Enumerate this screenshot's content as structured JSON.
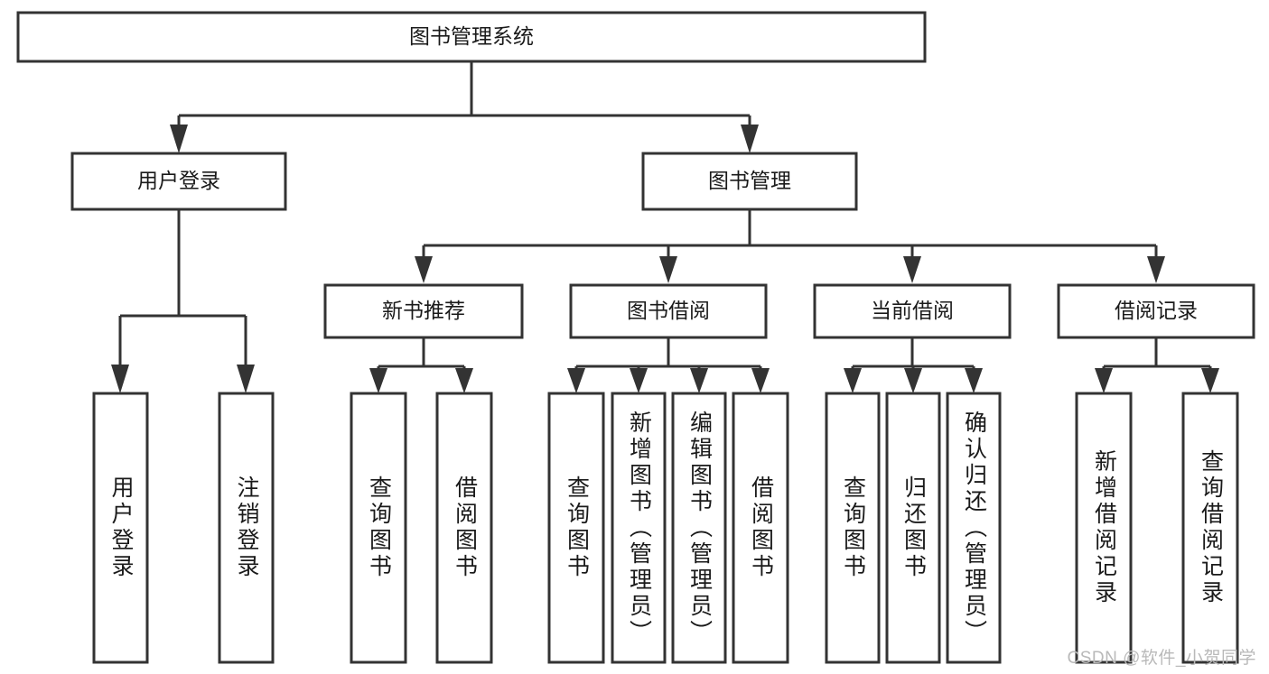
{
  "diagram": {
    "type": "tree-hierarchy",
    "title": "图书管理系统",
    "watermark": "CSDN @软件_小贺同学",
    "colors": {
      "stroke": "#333333",
      "fill": "#ffffff",
      "text": "#1a1a1a",
      "watermark": "#b9b9b9"
    },
    "levels": {
      "level0": [
        {
          "id": "root",
          "label": "图书管理系统",
          "orientation": "horizontal"
        }
      ],
      "level1": [
        {
          "id": "user-login",
          "label": "用户登录",
          "orientation": "horizontal",
          "parent": "root"
        },
        {
          "id": "book-manage",
          "label": "图书管理",
          "orientation": "horizontal",
          "parent": "root"
        }
      ],
      "level2": [
        {
          "id": "new-book-rec",
          "label": "新书推荐",
          "orientation": "horizontal",
          "parent": "book-manage"
        },
        {
          "id": "book-borrow",
          "label": "图书借阅",
          "orientation": "horizontal",
          "parent": "book-manage"
        },
        {
          "id": "current-borrow",
          "label": "当前借阅",
          "orientation": "horizontal",
          "parent": "book-manage"
        },
        {
          "id": "borrow-record",
          "label": "借阅记录",
          "orientation": "horizontal",
          "parent": "book-manage"
        }
      ],
      "level3": [
        {
          "id": "leaf-user-login",
          "label": "用户登录",
          "orientation": "vertical",
          "parent": "user-login"
        },
        {
          "id": "leaf-logout",
          "label": "注销登录",
          "orientation": "vertical",
          "parent": "user-login"
        },
        {
          "id": "leaf-query-book-1",
          "label": "查询图书",
          "orientation": "vertical",
          "parent": "new-book-rec"
        },
        {
          "id": "leaf-borrow-book-1",
          "label": "借阅图书",
          "orientation": "vertical",
          "parent": "new-book-rec"
        },
        {
          "id": "leaf-query-book-2",
          "label": "查询图书",
          "orientation": "vertical",
          "parent": "book-borrow"
        },
        {
          "id": "leaf-add-book",
          "label": "新增图书（管理员）",
          "orientation": "vertical",
          "parent": "book-borrow"
        },
        {
          "id": "leaf-edit-book",
          "label": "编辑图书（管理员）",
          "orientation": "vertical",
          "parent": "book-borrow"
        },
        {
          "id": "leaf-borrow-book-2",
          "label": "借阅图书",
          "orientation": "vertical",
          "parent": "book-borrow"
        },
        {
          "id": "leaf-query-book-3",
          "label": "查询图书",
          "orientation": "vertical",
          "parent": "current-borrow"
        },
        {
          "id": "leaf-return-book",
          "label": "归还图书",
          "orientation": "vertical",
          "parent": "current-borrow"
        },
        {
          "id": "leaf-confirm-return",
          "label": "确认归还（管理员）",
          "orientation": "vertical",
          "parent": "current-borrow"
        },
        {
          "id": "leaf-add-record",
          "label": "新增借阅记录",
          "orientation": "vertical",
          "parent": "borrow-record"
        },
        {
          "id": "leaf-query-record",
          "label": "查询借阅记录",
          "orientation": "vertical",
          "parent": "borrow-record"
        }
      ]
    }
  }
}
